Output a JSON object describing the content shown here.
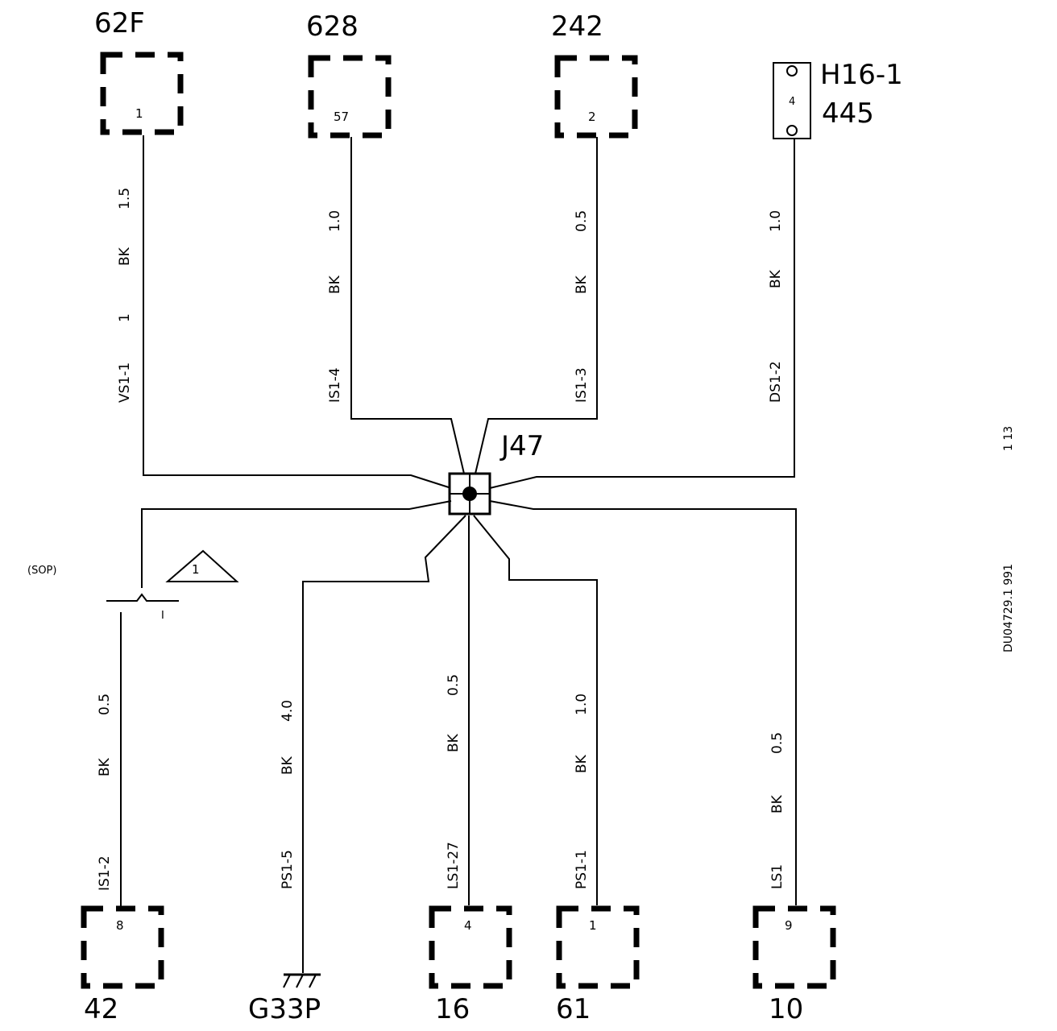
{
  "junction": {
    "label": "J47"
  },
  "connectors_top": [
    {
      "id": "62F",
      "pin": "1",
      "size": "1.5",
      "color": "BK",
      "circuit": "VS1-1",
      "extra": "1"
    },
    {
      "id": "628",
      "pin": "57",
      "size": "1.0",
      "color": "BK",
      "circuit": "IS1-4"
    },
    {
      "id": "242",
      "pin": "2",
      "size": "0.5",
      "color": "BK",
      "circuit": "IS1-3"
    }
  ],
  "component_h16": {
    "label": "H16-1",
    "sublabel": "445",
    "pin": "4",
    "size": "1.0",
    "color": "BK",
    "circuit": "DS1-2"
  },
  "connectors_bottom": [
    {
      "id": "42",
      "pin": "8",
      "size": "0.5",
      "color": "BK",
      "circuit": "IS1-2"
    },
    {
      "id": "16",
      "pin": "4",
      "size": "0.5",
      "color": "BK",
      "circuit": "LS1-27"
    },
    {
      "id": "61",
      "pin": "1",
      "size": "1.0",
      "color": "BK",
      "circuit": "PS1-1"
    },
    {
      "id": "10",
      "pin": "9",
      "size": "0.5",
      "color": "BK",
      "circuit": "LS1"
    }
  ],
  "ground": {
    "label": "G33P",
    "size": "4.0",
    "color": "BK",
    "circuit": "PS1-5"
  },
  "sop": {
    "label": "(SOP)",
    "note": "1",
    "splice_mark": "I"
  },
  "side_text": {
    "page": "1 13",
    "doc": "DU04729.1 991"
  }
}
